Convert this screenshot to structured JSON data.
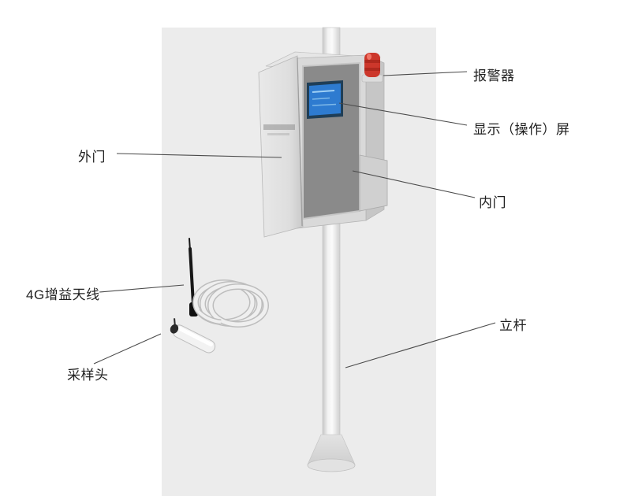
{
  "labels": {
    "alarm": "报警器",
    "screen": "显示（操作）屏",
    "inner_door": "内门",
    "pole": "立杆",
    "outer_door": "外门",
    "antenna_4g": "4G增益天线",
    "sampling_head": "采样头"
  },
  "colors": {
    "background": "#ffffff",
    "panel": "#ececec",
    "line": "#4a4a4a",
    "alarm_red": "#cc372b",
    "screen_blue": "#2e7bd0",
    "label_text": "#1f1f1f"
  }
}
